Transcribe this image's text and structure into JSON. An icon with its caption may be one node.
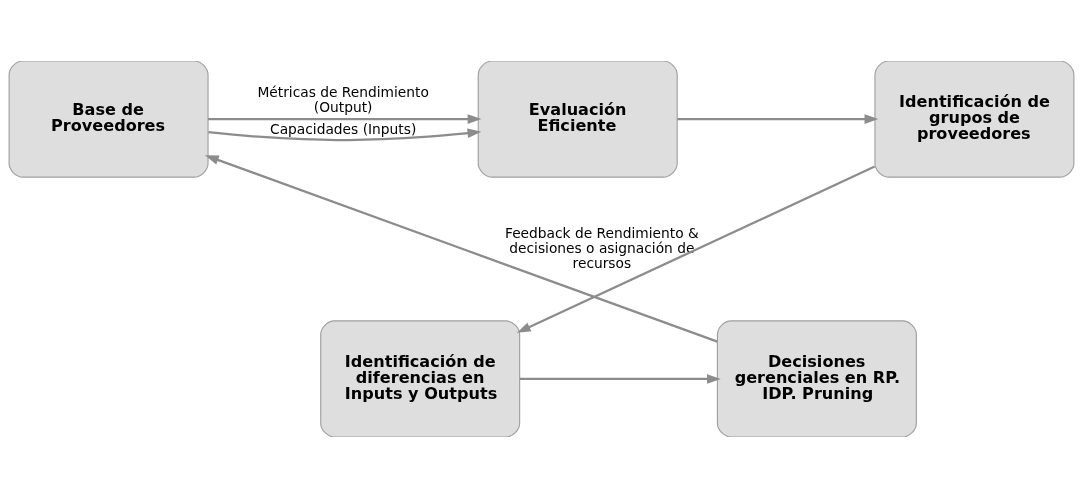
{
  "diagram": {
    "nodes": [
      {
        "text": [
          "Base de Proveedores"
        ]
      },
      {
        "text": [
          "Evaluación Eficiente"
        ]
      },
      {
        "text": [
          "Identificación de grupos de proveedores"
        ]
      },
      {
        "text": [
          "Identificación de diferencias en Inputs y Outputs"
        ]
      },
      {
        "text": [
          "Decisiones gerenciales en RP. IDP. Pruning"
        ]
      }
    ],
    "edges": [
      {
        "from": 0,
        "to": 1,
        "arrow": "to",
        "label": "Capacidades (Inputs)"
      },
      {
        "from": 0,
        "to": 1,
        "arrow": "to",
        "label": "Métricas de Rendimiento (Output)"
      },
      {
        "from": 1,
        "to": 2,
        "arrow": "to"
      },
      {
        "from": 2,
        "to": 3,
        "arrow": "to"
      },
      {
        "from": 3,
        "to": 4,
        "arrow": "to"
      },
      {
        "from": 4,
        "to": 0,
        "arrow": "to",
        "label": "Feedback de Rendimiento & decisiones o asignación de recursos"
      }
    ]
  }
}
